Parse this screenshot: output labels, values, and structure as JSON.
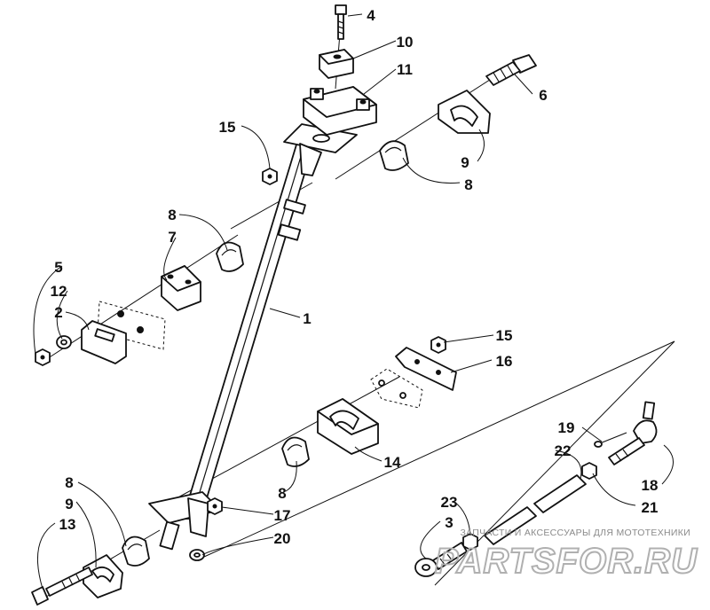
{
  "callouts": {
    "c1": "1",
    "c2": "2",
    "c3": "3",
    "c4": "4",
    "c5": "5",
    "c6": "6",
    "c7": "7",
    "c8a": "8",
    "c8b": "8",
    "c8c": "8",
    "c8d": "8",
    "c9a": "9",
    "c9b": "9",
    "c10": "10",
    "c11": "11",
    "c12": "12",
    "c13": "13",
    "c14": "14",
    "c15a": "15",
    "c15b": "15",
    "c16": "16",
    "c17": "17",
    "c18": "18",
    "c19": "19",
    "c20": "20",
    "c21": "21",
    "c22": "22",
    "c23": "23"
  },
  "watermark": {
    "tagline": "ЗАПЧАСТИ И АКСЕССУАРЫ ДЛЯ МОТОТЕХНИКИ",
    "brand": "PARTSFOR.RU"
  }
}
